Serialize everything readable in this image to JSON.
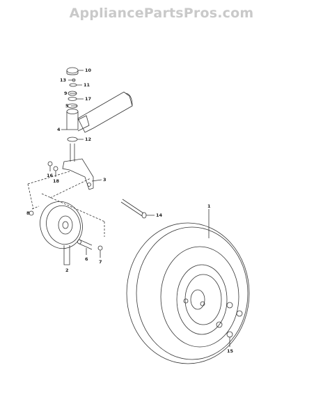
{
  "watermark": "AppliancePartsPros.com",
  "callouts": [
    "10",
    "13",
    "11",
    "9",
    "17",
    "5",
    "4",
    "12",
    "3",
    "16",
    "18",
    "14",
    "1",
    "8",
    "2",
    "6",
    "7",
    "15"
  ]
}
